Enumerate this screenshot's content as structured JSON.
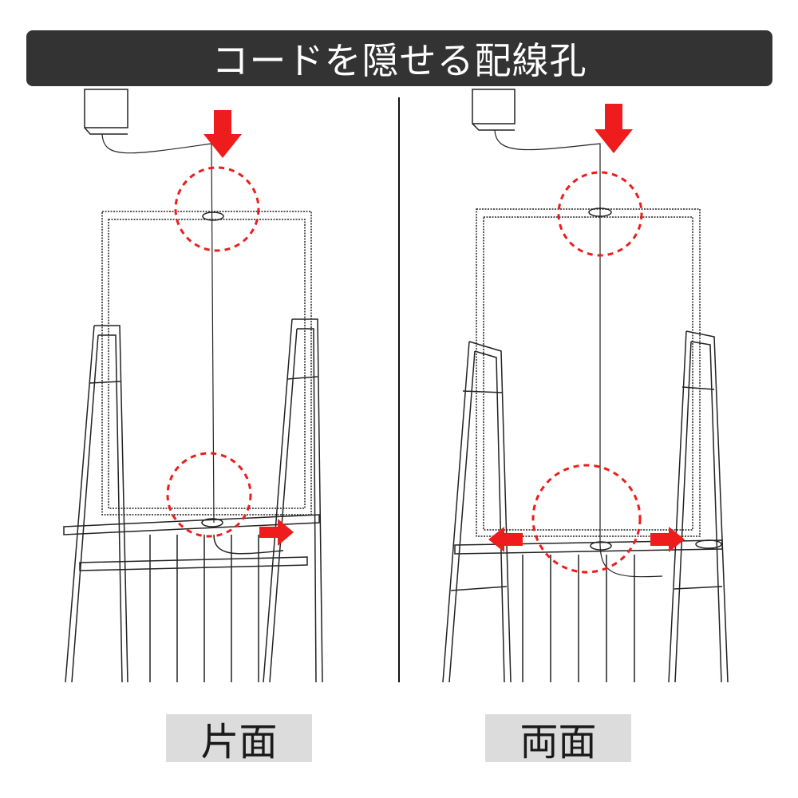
{
  "title": "コードを隠せる配線孔",
  "panels": [
    {
      "label": "片面"
    },
    {
      "label": "両面"
    }
  ],
  "colors": {
    "banner": "#333333",
    "arrow": "#ee1c1c",
    "label_bg": "#dcdcdc"
  }
}
